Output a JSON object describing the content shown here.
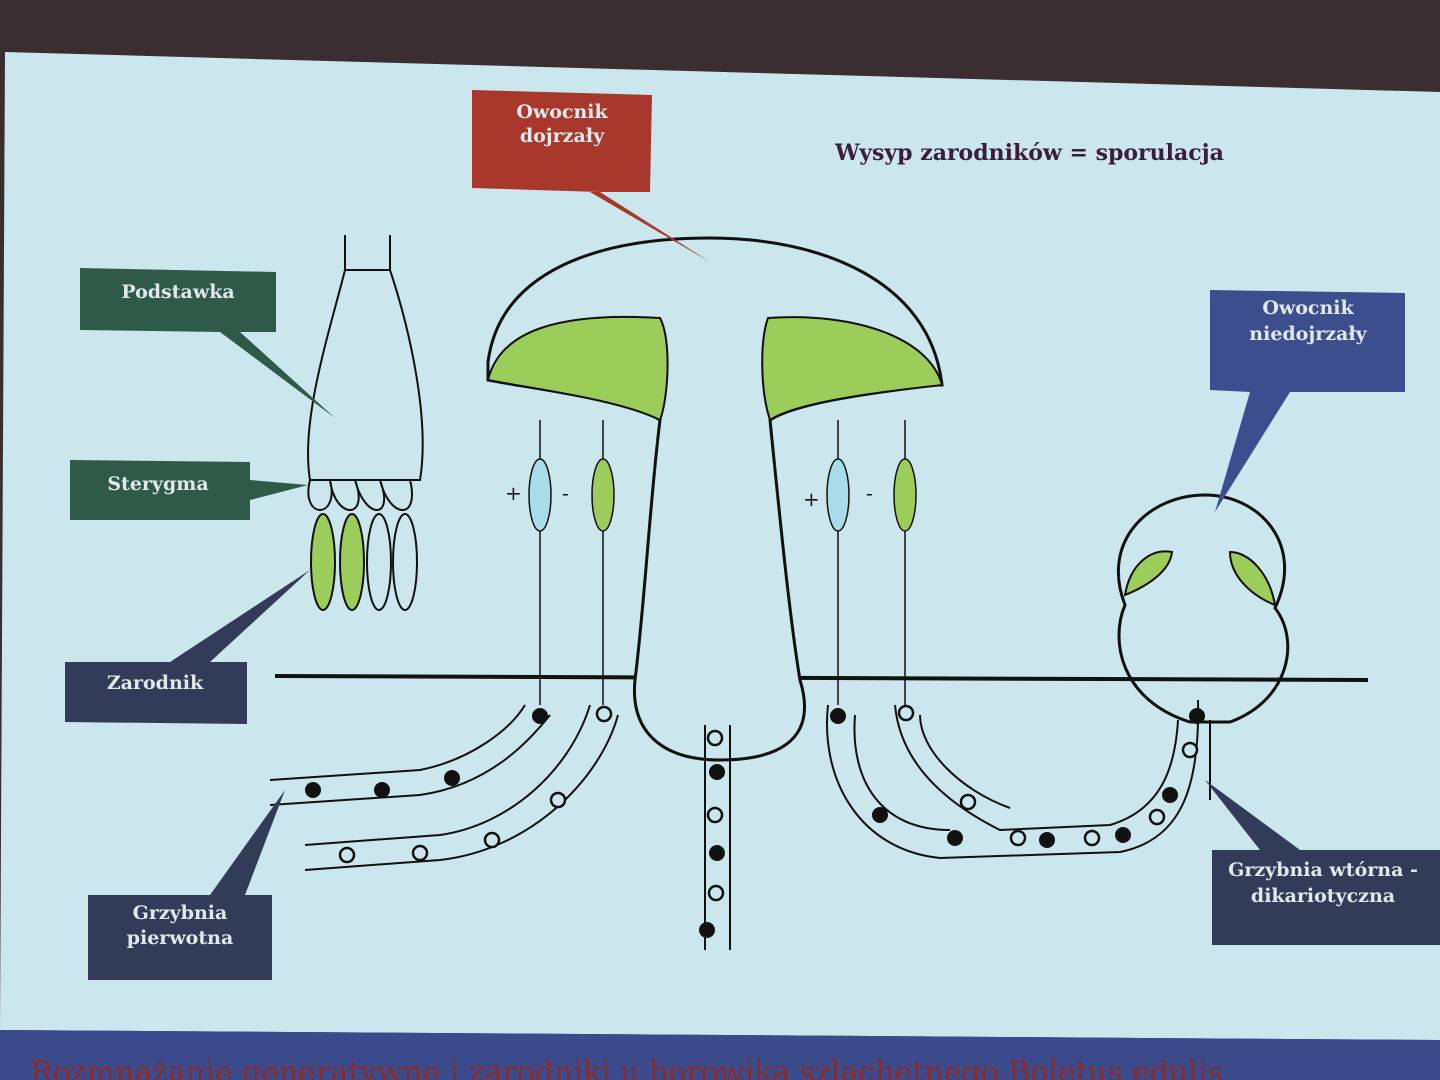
{
  "title": "Wysyp zarodników = sporulacja",
  "labels": {
    "owocnik_dojrzaly": [
      "Owocnik",
      "dojrzały"
    ],
    "owocnik_niedojrzaly": [
      "Owocnik",
      "niedojrzały"
    ],
    "podstawka": "Podstawka",
    "sterygma": "Sterygma",
    "zarodnik": "Zarodnik",
    "grzybnia_pierwotna": [
      "Grzybnia",
      "pierwotna"
    ],
    "grzybnia_wtorna": [
      "Grzybnia wtórna -",
      "dikariotyczna"
    ]
  },
  "signs": {
    "plus": "+",
    "minus": "-"
  },
  "footer": "Rozmnażanie generatywne i zarodniki u borowika szlachetnego Boletus edulis",
  "colors": {
    "slide": "#cbe6ec",
    "green": "#9ccc5a",
    "spore_blue": "#a8dcea",
    "red_box": "#a8382c",
    "green_box": "#2f5a4a",
    "blue_box": "#3c4e8e",
    "dark_box": "#323c58",
    "footer_band": "#3b4b8c"
  }
}
